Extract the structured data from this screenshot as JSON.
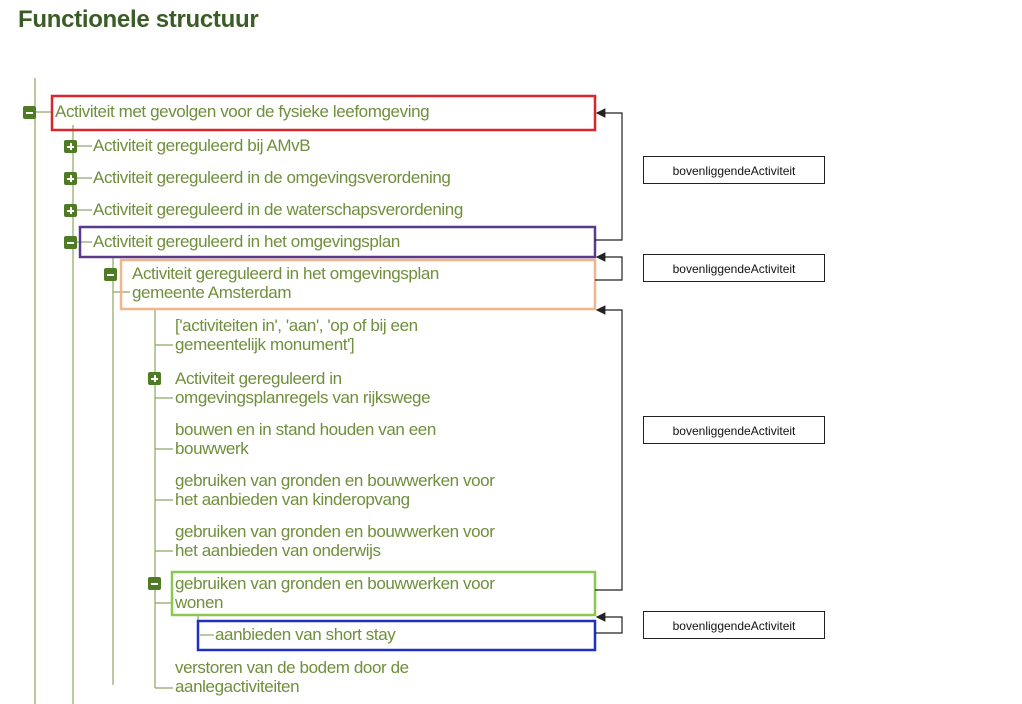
{
  "title": "Functionele structuur",
  "tree": {
    "root": "Activiteit met gevolgen voor de fysieke leefomgeving",
    "level1": [
      "Activiteit gereguleerd bij AMvB",
      "Activiteit gereguleerd in de omgevingsverordening",
      "Activiteit gereguleerd in de waterschapsverordening",
      "Activiteit gereguleerd in het omgevingsplan"
    ],
    "level2": [
      "Activiteit gereguleerd in het omgevingsplan",
      "gemeente Amsterdam"
    ],
    "level3": [
      [
        "['activiteiten in', 'aan', 'op of bij een",
        "gemeentelijk monument']"
      ],
      [
        "Activiteit gereguleerd in",
        "omgevingsplanregels van rijkswege"
      ],
      [
        "bouwen en in stand houden van een",
        "bouwwerk"
      ],
      [
        "gebruiken van gronden en bouwwerken voor",
        "het aanbieden van kinderopvang"
      ],
      [
        "gebruiken van gronden en bouwwerken voor",
        "het aanbieden van onderwijs"
      ],
      [
        "gebruiken van gronden en bouwwerken voor",
        "wonen"
      ],
      [
        "verstoren van de bodem door de",
        "aanlegactiviteiten"
      ]
    ],
    "level4": "aanbieden van short stay"
  },
  "relation_labels": [
    "bovenliggendeActiviteit",
    "bovenliggendeActiviteit",
    "bovenliggendeActiviteit",
    "bovenliggendeActiviteit"
  ],
  "colors": {
    "text": "#6f8f3c",
    "red": "#d9262b",
    "purple": "#5b3a8c",
    "orange": "#f2b48a",
    "green": "#8cc850",
    "blue": "#1f2fc0"
  }
}
